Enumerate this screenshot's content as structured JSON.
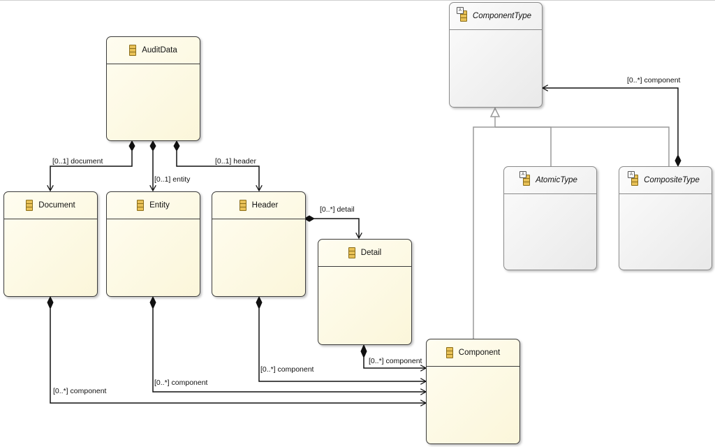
{
  "classes": {
    "auditdata": {
      "name": "AuditData"
    },
    "document": {
      "name": "Document"
    },
    "entity": {
      "name": "Entity"
    },
    "header": {
      "name": "Header"
    },
    "detail": {
      "name": "Detail"
    },
    "component": {
      "name": "Component"
    },
    "componenttype": {
      "name": "ComponentType"
    },
    "atomictype": {
      "name": "AtomicType"
    },
    "compositetype": {
      "name": "CompositeType"
    }
  },
  "associations": {
    "document": "[0..1] document",
    "entity": "[0..1] entity",
    "header": "[0..1] header",
    "detail": "[0..*] detail",
    "header_component": "[0..*] component",
    "detail_component": "[0..*] component",
    "entity_component": "[0..*] component",
    "document_component": "[0..*] component",
    "composite_component": "[0..*] component"
  },
  "colors": {
    "concrete_fill": "#fbf6da",
    "abstract_fill": "#e9e9e9",
    "line": "#111111",
    "generalization_line": "#9a9a9a"
  }
}
